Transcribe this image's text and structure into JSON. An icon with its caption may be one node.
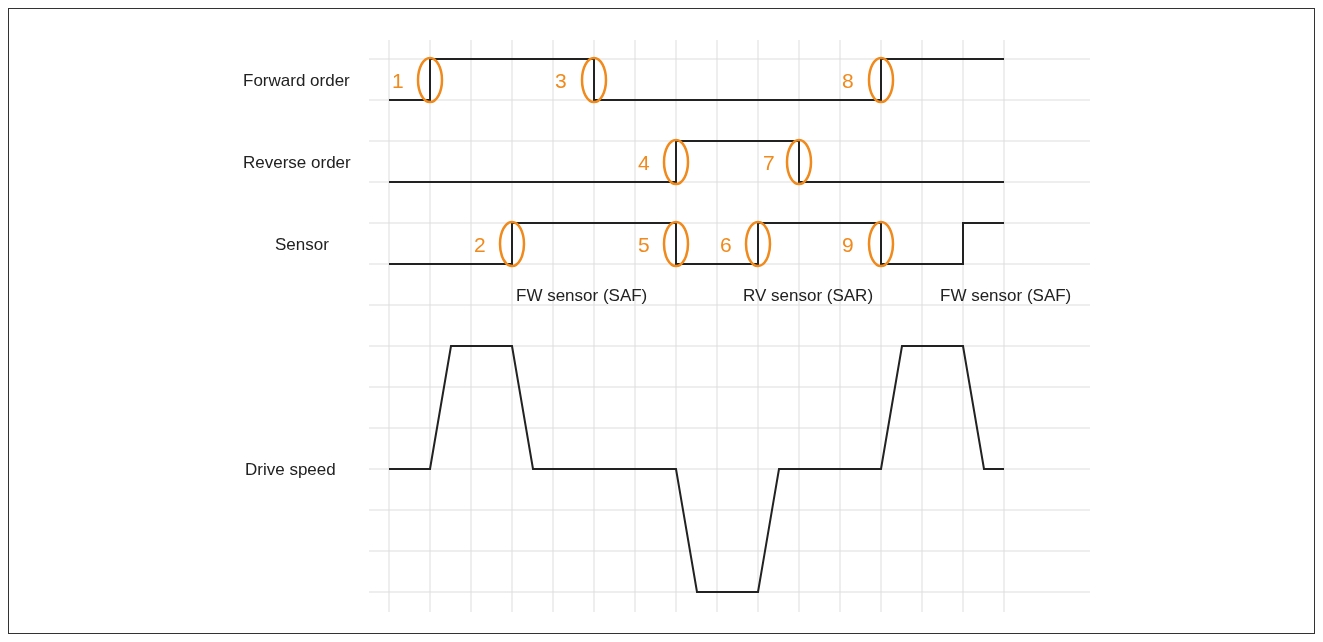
{
  "diagram": {
    "labels": [
      "Forward order",
      "1",
      "3",
      "8",
      "Reverse order",
      "4",
      "7",
      "Sensor",
      "2",
      "5",
      "6",
      "9",
      "FW sensor (SAF)",
      "RV sensor (SAR)",
      "FW sensor (SAF)",
      "Drive speed"
    ]
  }
}
